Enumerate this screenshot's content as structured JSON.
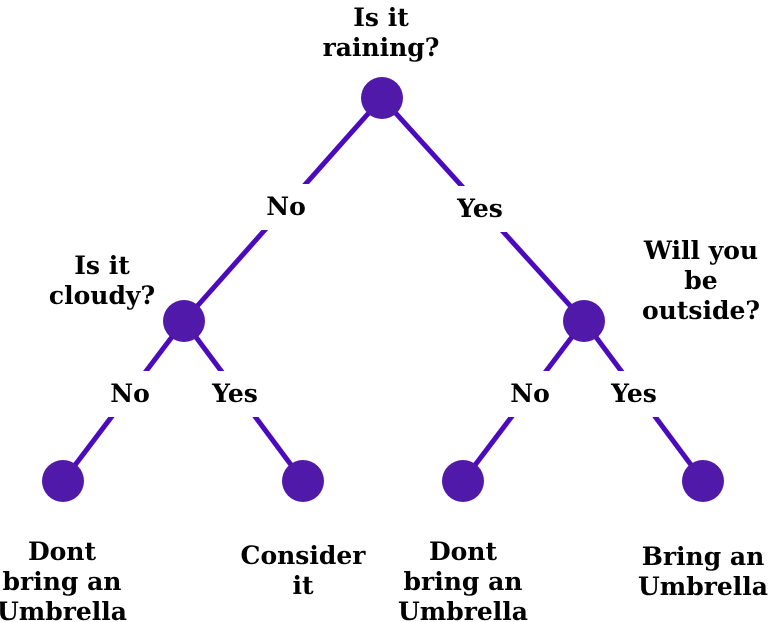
{
  "diagram": {
    "type": "decision-tree",
    "nodes": {
      "root": {
        "question": "Is it\nraining?"
      },
      "cloudy": {
        "question": "Is it\ncloudy?"
      },
      "outside": {
        "question": "Will you be\noutside?"
      },
      "leaf_cloudy_no": {
        "answer": "Dont\nbring an\nUmbrella"
      },
      "leaf_cloudy_yes": {
        "answer": "Consider\nit"
      },
      "leaf_outside_no": {
        "answer": "Dont\nbring an\nUmbrella"
      },
      "leaf_outside_yes": {
        "answer": "Bring an\nUmbrella"
      }
    },
    "edges": {
      "root_no": "No",
      "root_yes": "Yes",
      "cloudy_no": "No",
      "cloudy_yes": "Yes",
      "outside_no": "No",
      "outside_yes": "Yes"
    },
    "colors": {
      "node_fill": "#5019aa",
      "edge_stroke": "#4b0abe",
      "label_text": "#000000",
      "background": "#ffffff"
    }
  }
}
